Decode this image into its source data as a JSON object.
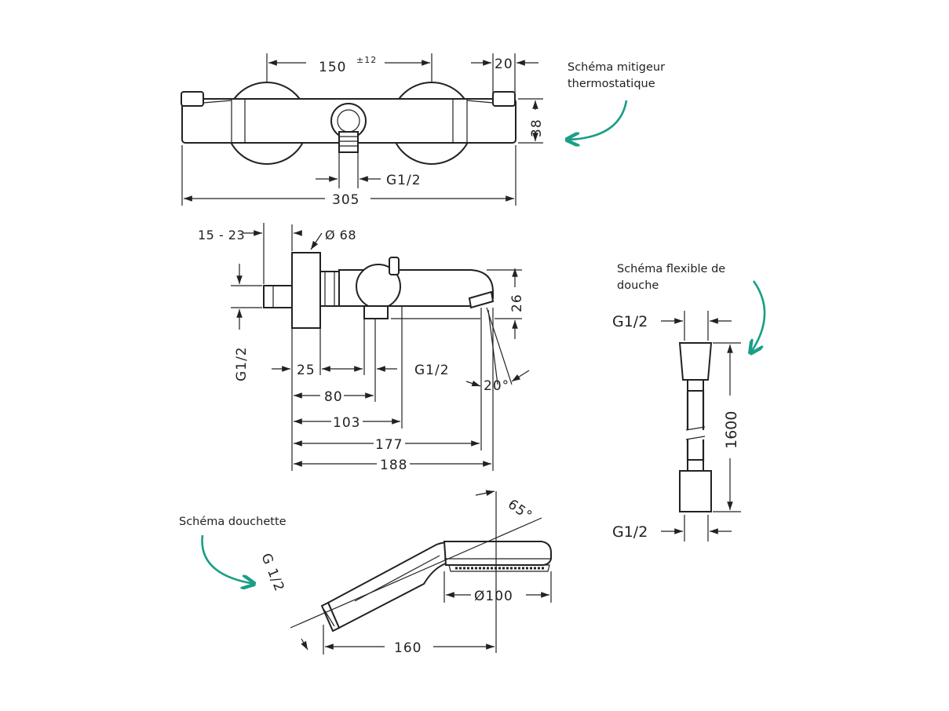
{
  "captions": {
    "mixer": "Schéma mitigeur thermostatique",
    "hose": "Schéma flexible de douche",
    "handshower": "Schéma douchette"
  },
  "accent_color": "#1a9e86",
  "mixer_front": {
    "width_center": "150",
    "width_center_tol": "±12",
    "end_offset": "20",
    "height": "38",
    "outlet_thread": "G1/2",
    "total_width": "305"
  },
  "mixer_side": {
    "inlet_offset": "15 - 23",
    "escutcheon_diameter": "Ø 68",
    "inlet_thread": "G1/2",
    "spout_height": "26",
    "outlet_offset": "25",
    "outlet_thread": "G1/2",
    "spout_angle": "20°",
    "dim_80": "80",
    "dim_103": "103",
    "dim_177": "177",
    "dim_188": "188"
  },
  "hose": {
    "thread_top": "G1/2",
    "length": "1600",
    "thread_bottom": "G1/2"
  },
  "handshower": {
    "angle": "65°",
    "diameter": "Ø100",
    "thread": "G 1/2",
    "length": "160"
  }
}
